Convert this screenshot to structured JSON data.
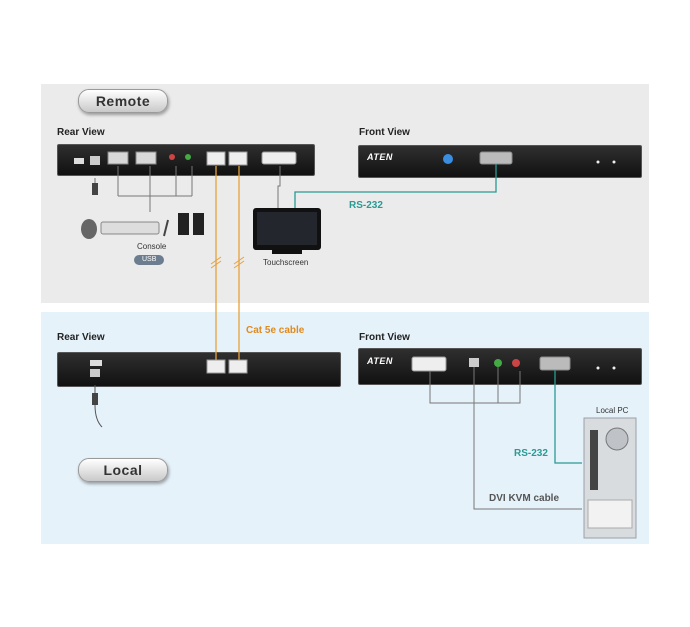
{
  "labels": {
    "remote": "Remote",
    "local": "Local",
    "rear_view_remote": "Rear View",
    "front_view_remote": "Front View",
    "rear_view_local": "Rear View",
    "front_view_local": "Front View",
    "console": "Console",
    "usb": "USB",
    "touchscreen": "Touchscreen",
    "local_pc": "Local PC",
    "rs232_remote": "RS-232",
    "rs232_local": "RS-232",
    "cat5e": "Cat 5e cable",
    "dvi_kvm": "DVI KVM cable",
    "aten": "ATEN"
  },
  "colors": {
    "remote_panel": "#ebebeb",
    "local_panel": "#e6f2fa",
    "rs232_line": "#2a9a93",
    "cat5e_line": "#e8a13a",
    "device_body": "#1c1c1c"
  }
}
